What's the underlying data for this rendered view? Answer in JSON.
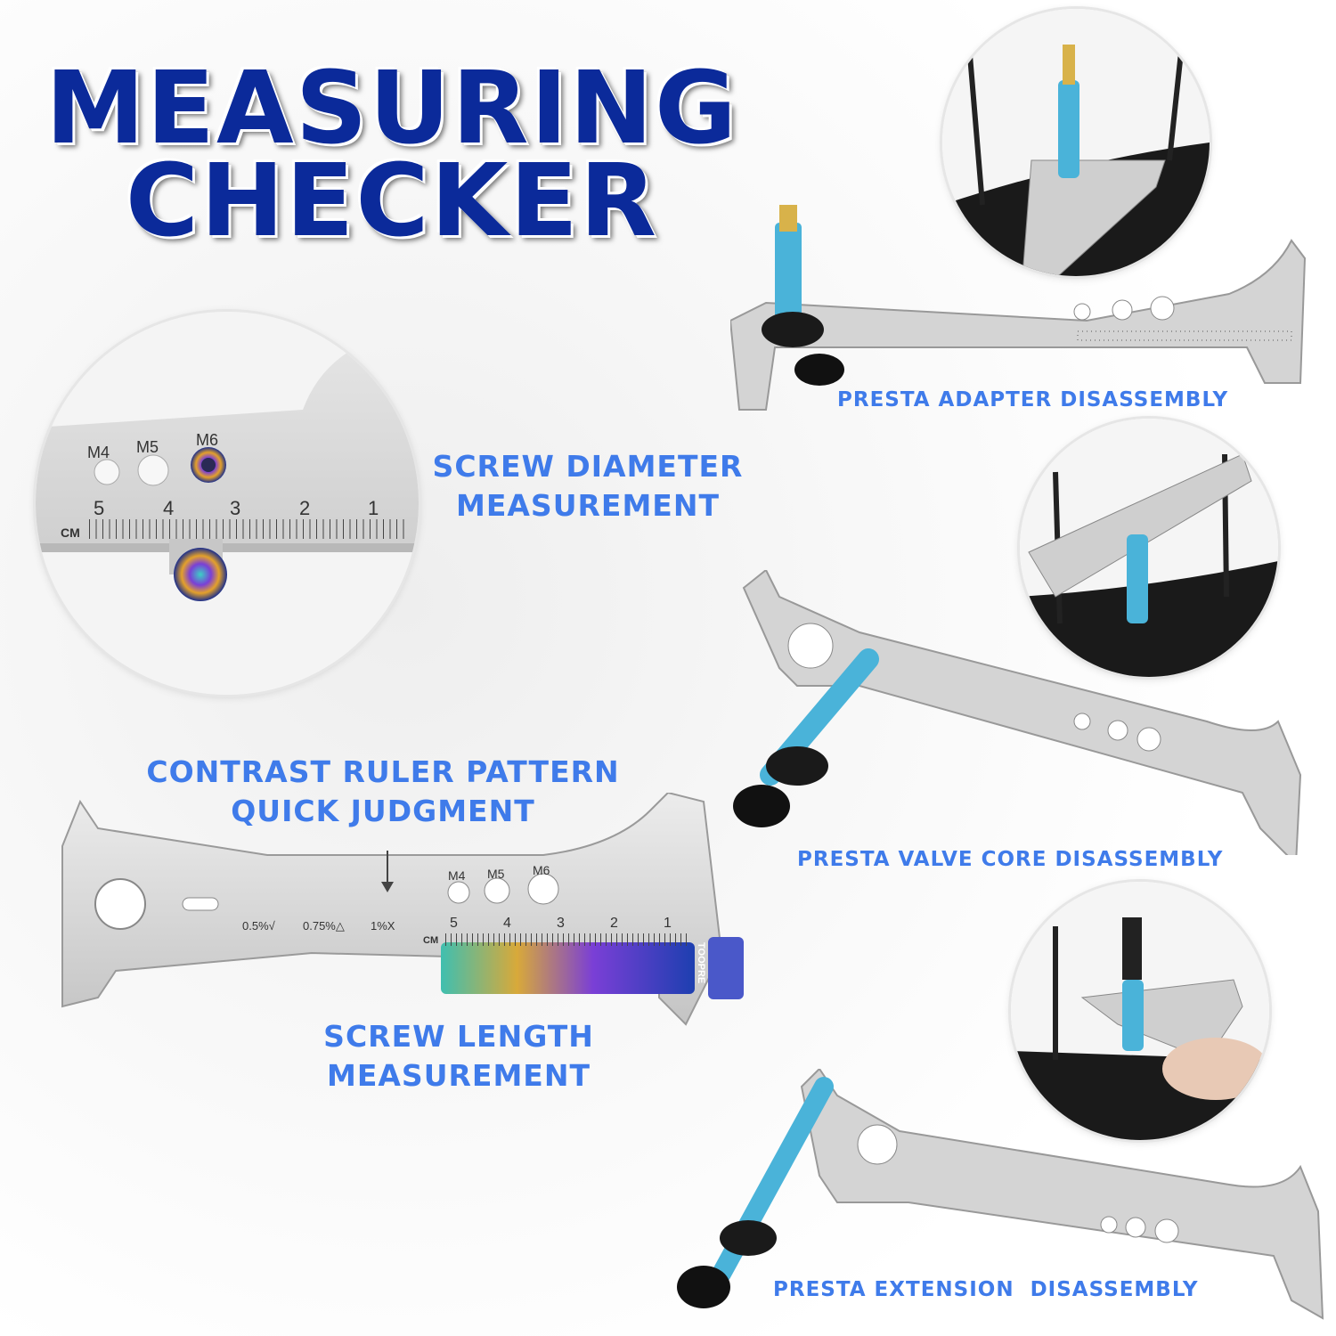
{
  "title": {
    "line1": "MEASURING",
    "line2": "CHECKER"
  },
  "captions": {
    "screw_diameter": {
      "line1": "SCREW DIAMETER",
      "line2": "MEASUREMENT"
    },
    "contrast_ruler": {
      "line1": "CONTRAST RULER PATTERN",
      "line2": "QUICK JUDGMENT"
    },
    "screw_length": {
      "line1": "SCREW LENGTH",
      "line2": "MEASUREMENT"
    },
    "presta_adapter": "PRESTA ADAPTER DISASSEMBLY",
    "presta_valve_core": "PRESTA VALVE CORE DISASSEMBLY",
    "presta_extension": "PRESTA EXTENSION  DISASSEMBLY"
  },
  "tool_markings": {
    "holes": [
      "M4",
      "M5",
      "M6"
    ],
    "wear_marks": [
      "0.5%√",
      "0.75%△",
      "1%X"
    ],
    "scale": [
      "5",
      "4",
      "3",
      "2",
      "1"
    ],
    "unit": "CM",
    "screw_brand": "TOOPRE"
  },
  "colors": {
    "title": "#0b2a9a",
    "caption": "#3f7bea",
    "steel": "#c9c9c9",
    "anodized_blue": "#4ab3d9"
  }
}
